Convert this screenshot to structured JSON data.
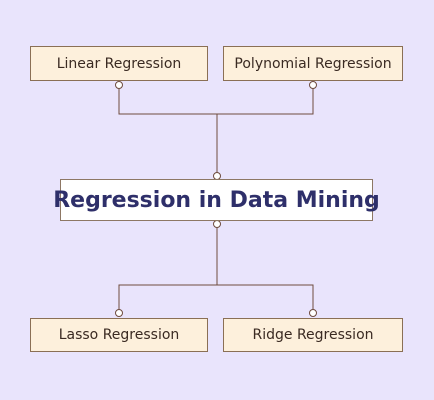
{
  "diagram": {
    "center": "Regression in Data Mining",
    "top_left": "Linear Regression",
    "top_right": "Polynomial Regression",
    "bottom_left": "Lasso Regression",
    "bottom_right": "Ridge Regression"
  },
  "colors": {
    "background": "#e9e4fc",
    "node_fill": "#fdf0dc",
    "node_border": "#8a6f55",
    "center_fill": "#ffffff",
    "center_text": "#2e2f6a",
    "connector": "#6e4b3e"
  }
}
